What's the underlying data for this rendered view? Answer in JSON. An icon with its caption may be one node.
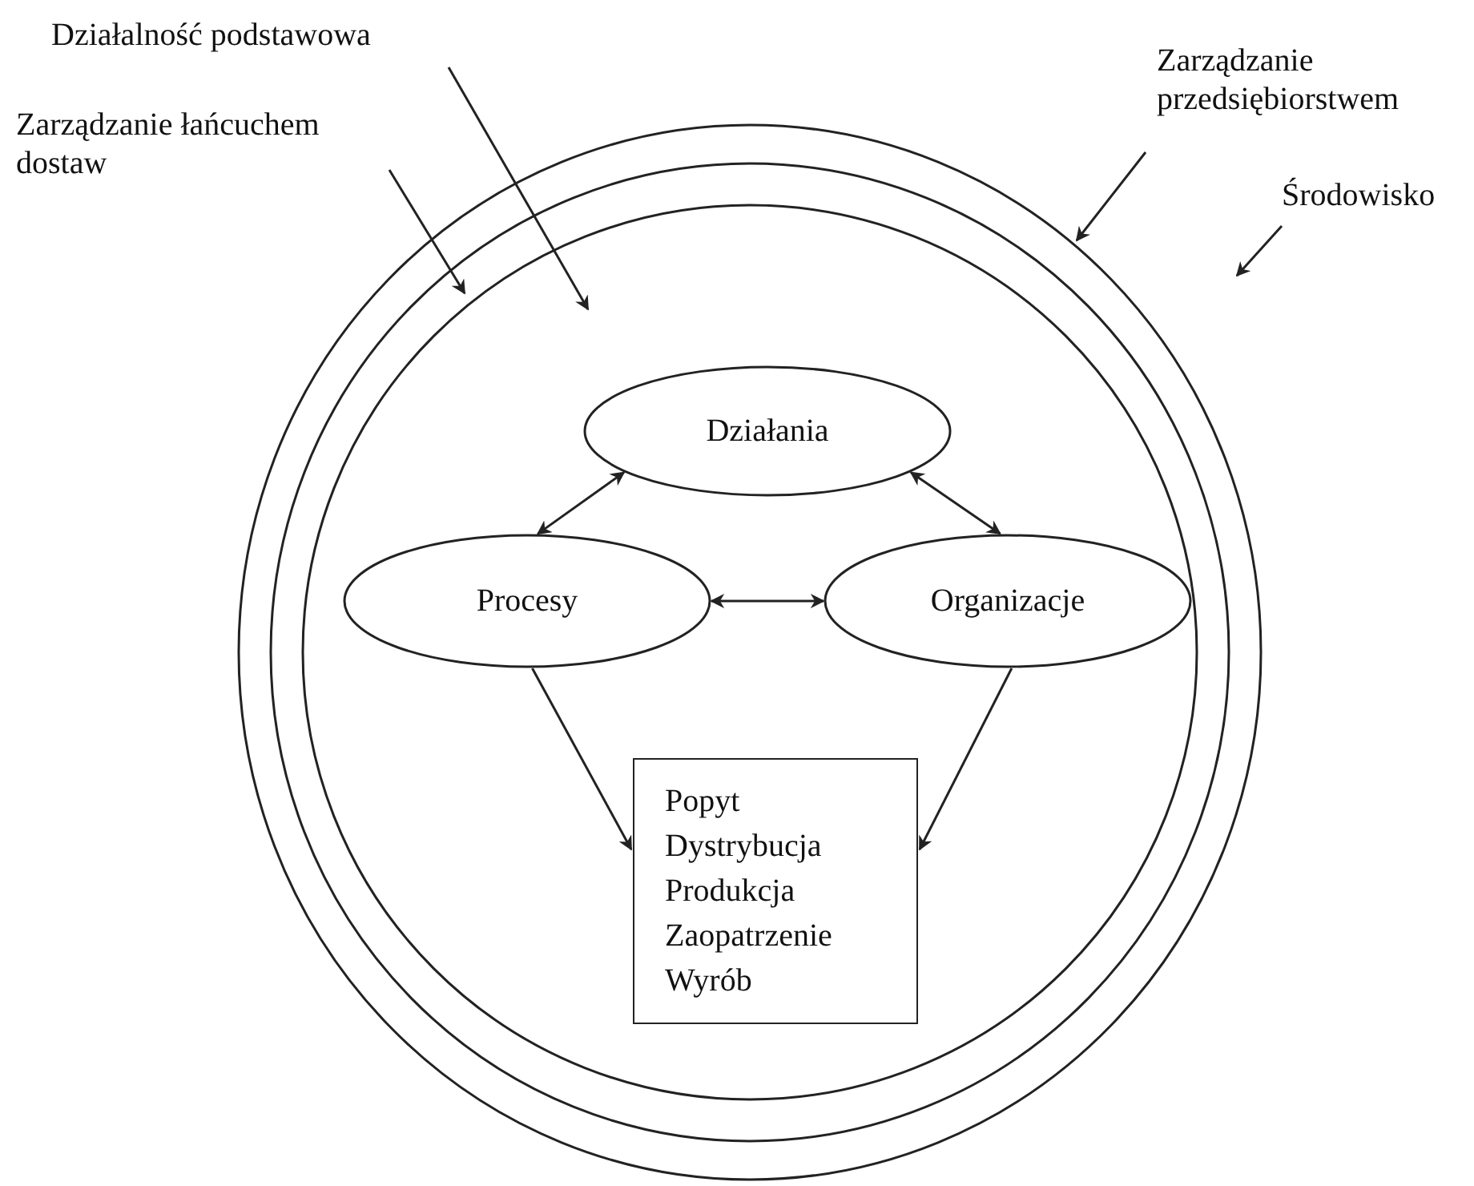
{
  "diagram": {
    "nodes": [
      {
        "text": [],
        "shape": "circle"
      },
      {
        "text": [],
        "shape": "circle",
        "in": 0
      },
      {
        "text": [],
        "shape": "circle",
        "in": 1
      },
      {
        "text": [
          "Działania"
        ],
        "in": 2
      },
      {
        "text": [
          "Procesy"
        ],
        "in": 2
      },
      {
        "text": [
          "Organizacje"
        ],
        "in": 2
      },
      {
        "text": [
          "Popyt",
          "Dystrybucja",
          "Produkcja",
          "Zaopatrzenie",
          "Wyrób"
        ],
        "in": 2
      },
      {
        "text": [
          "Działalność podstawowa"
        ]
      },
      {
        "text": [
          "Zarządzanie łańcuchem dostaw"
        ]
      },
      {
        "text": [
          "Zarządzanie przedsiębiorstwem"
        ]
      },
      {
        "text": [
          "Środowisko"
        ]
      }
    ],
    "edges": [
      {
        "from": 3,
        "to": 4,
        "arrow": "both"
      },
      {
        "from": 3,
        "to": 5,
        "arrow": "both"
      },
      {
        "from": 4,
        "to": 5,
        "arrow": "both"
      },
      {
        "from": 4,
        "to": 6,
        "arrow": "to"
      },
      {
        "from": 5,
        "to": 6,
        "arrow": "to"
      },
      {
        "from": 7,
        "to": 2,
        "arrow": "to"
      },
      {
        "from": 8,
        "to": 1,
        "arrow": "to"
      },
      {
        "from": 9,
        "to": 0,
        "arrow": "to"
      },
      {
        "from": 10,
        "to": null,
        "arrow": "to"
      }
    ]
  }
}
